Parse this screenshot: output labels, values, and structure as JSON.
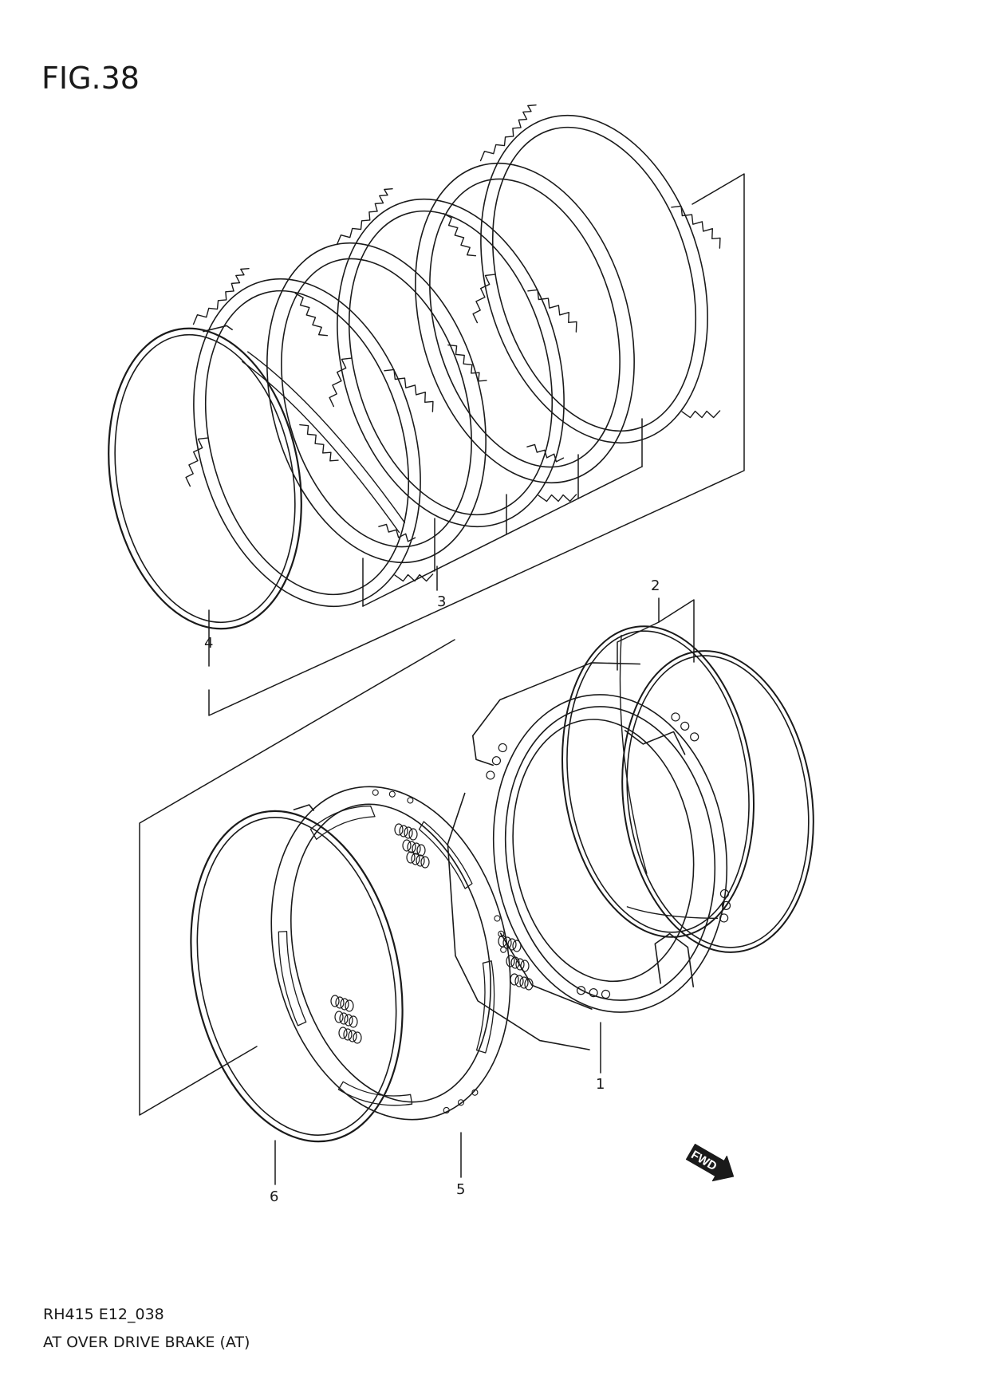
{
  "figure": {
    "title": "FIG.38"
  },
  "footer": {
    "code": "RH415 E12_038",
    "description": "AT OVER DRIVE BRAKE (AT)"
  },
  "callouts": [
    "1",
    "2",
    "3",
    "4",
    "5",
    "6"
  ],
  "fwd_badge": "FWD",
  "colors": {
    "line": "#1a1a1a",
    "background": "#ffffff"
  }
}
